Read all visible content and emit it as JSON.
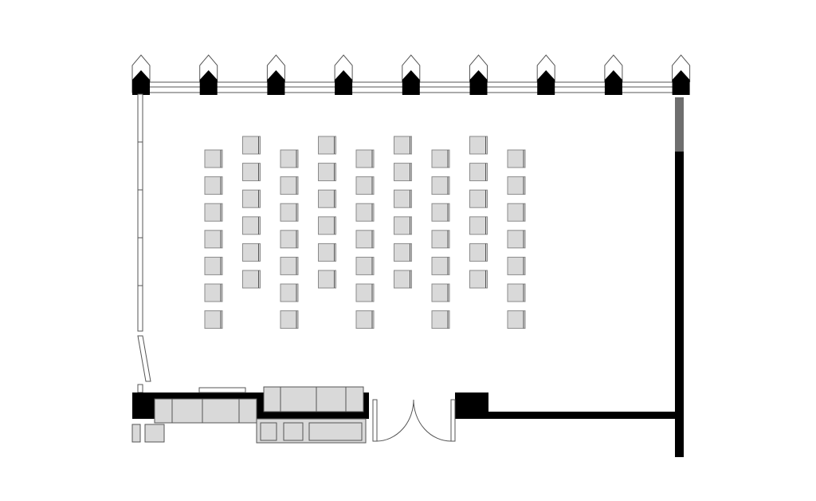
{
  "plan": {
    "colors": {
      "wall": "#000000",
      "seat_fill": "#d9d9d9",
      "seat_stroke": "#8a8a8a",
      "line": "#555555",
      "glass": "#6e6e6e",
      "background": "#ffffff"
    },
    "seating": {
      "columns": 9,
      "rows_long": 7,
      "rows_short": 6,
      "layout": "staggered"
    },
    "window_mullions": 9,
    "doors": [
      {
        "type": "double-swing"
      }
    ]
  }
}
